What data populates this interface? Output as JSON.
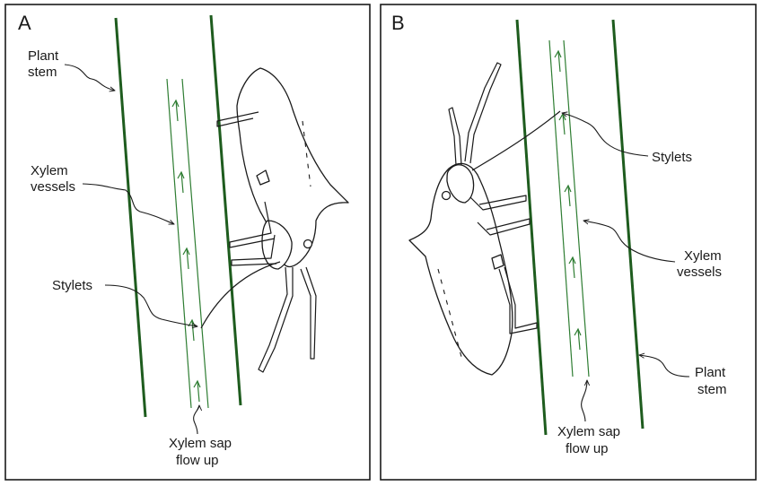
{
  "colors": {
    "stem": "#1e5c1e",
    "xylem": "#2e7d32",
    "outline": "#1a1a1a"
  },
  "panel_a": {
    "letter": "A",
    "plant_stem": [
      "Plant",
      "stem"
    ],
    "xylem_vessels": [
      "Xylem",
      "vessels"
    ],
    "stylets": "Stylets",
    "sap_flow": [
      "Xylem sap",
      "flow up"
    ]
  },
  "panel_b": {
    "letter": "B",
    "stylets": "Stylets",
    "xylem_vessels": [
      "Xylem",
      "vessels"
    ],
    "plant_stem": [
      "Plant",
      "stem"
    ],
    "sap_flow": [
      "Xylem sap",
      "flow up"
    ]
  }
}
